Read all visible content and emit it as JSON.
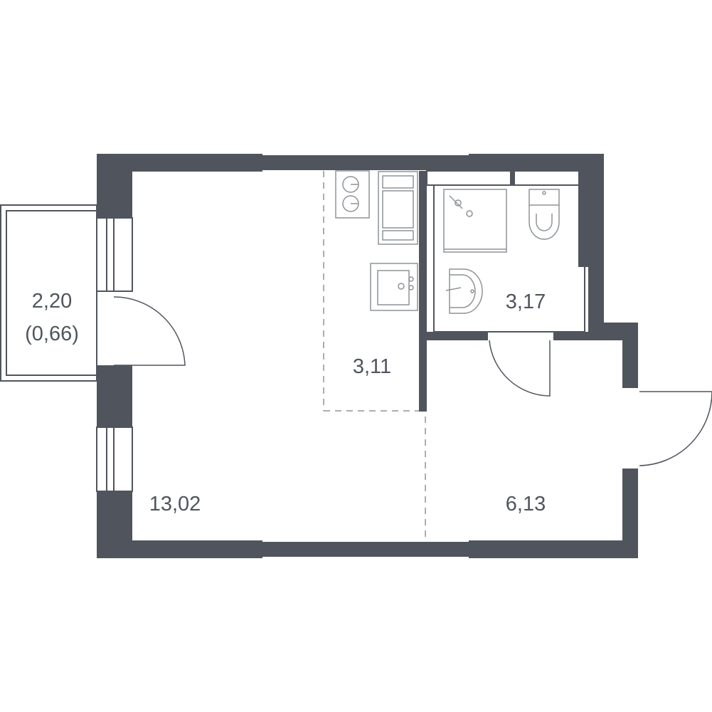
{
  "rooms": {
    "balcony": {
      "area": "2,20",
      "area_reduced": "(0,66)"
    },
    "kitchen": {
      "area": "3,11"
    },
    "bathroom": {
      "area": "3,17"
    },
    "living_room": {
      "area": "13,02"
    },
    "hallway": {
      "area": "6,13"
    }
  },
  "colors": {
    "wall": "#50555d",
    "fixture_line": "#8f9397",
    "background": "#ffffff"
  }
}
